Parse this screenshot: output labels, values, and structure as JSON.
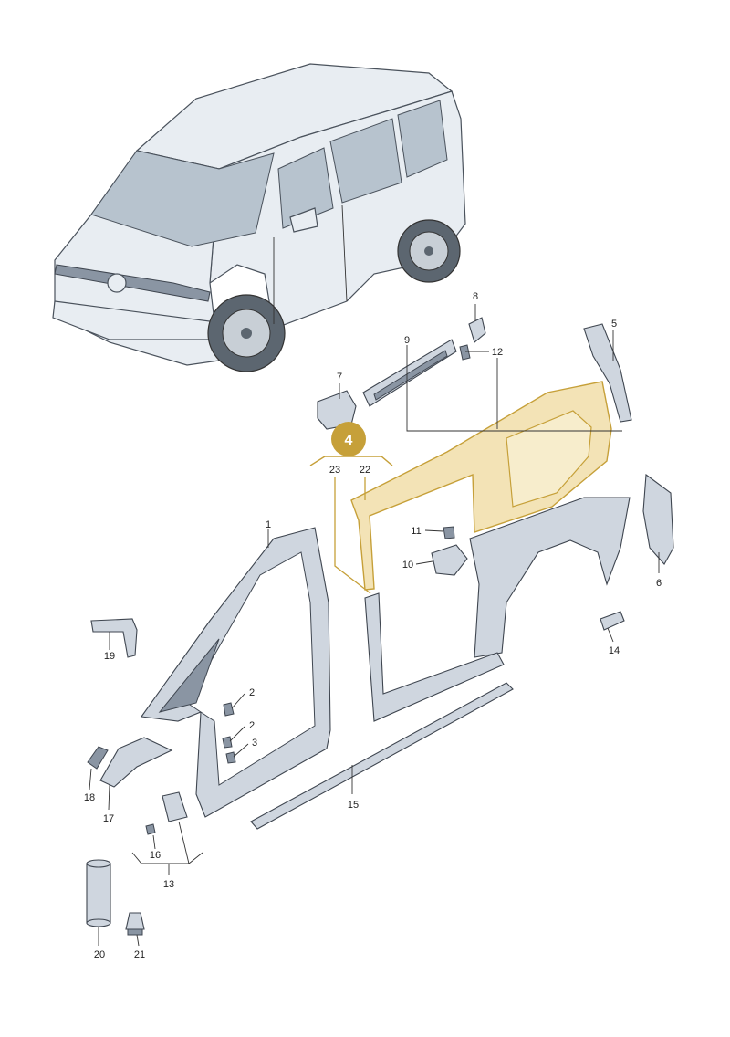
{
  "diagram": {
    "highlight_color": "#c6a039",
    "highlight_badge": {
      "number": "4",
      "color": "#c6a039",
      "text_color": "#ffffff"
    },
    "callouts": [
      {
        "id": "1",
        "text": "1"
      },
      {
        "id": "2a",
        "text": "2"
      },
      {
        "id": "2b",
        "text": "2"
      },
      {
        "id": "3",
        "text": "3"
      },
      {
        "id": "5",
        "text": "5"
      },
      {
        "id": "6",
        "text": "6"
      },
      {
        "id": "7",
        "text": "7"
      },
      {
        "id": "8",
        "text": "8"
      },
      {
        "id": "9",
        "text": "9"
      },
      {
        "id": "10",
        "text": "10"
      },
      {
        "id": "11",
        "text": "11"
      },
      {
        "id": "12",
        "text": "12"
      },
      {
        "id": "13",
        "text": "13"
      },
      {
        "id": "14",
        "text": "14"
      },
      {
        "id": "15",
        "text": "15"
      },
      {
        "id": "16",
        "text": "16"
      },
      {
        "id": "17",
        "text": "17"
      },
      {
        "id": "18",
        "text": "18"
      },
      {
        "id": "19",
        "text": "19"
      },
      {
        "id": "20",
        "text": "20"
      },
      {
        "id": "21",
        "text": "21"
      },
      {
        "id": "22",
        "text": "22"
      },
      {
        "id": "23",
        "text": "23"
      }
    ]
  }
}
